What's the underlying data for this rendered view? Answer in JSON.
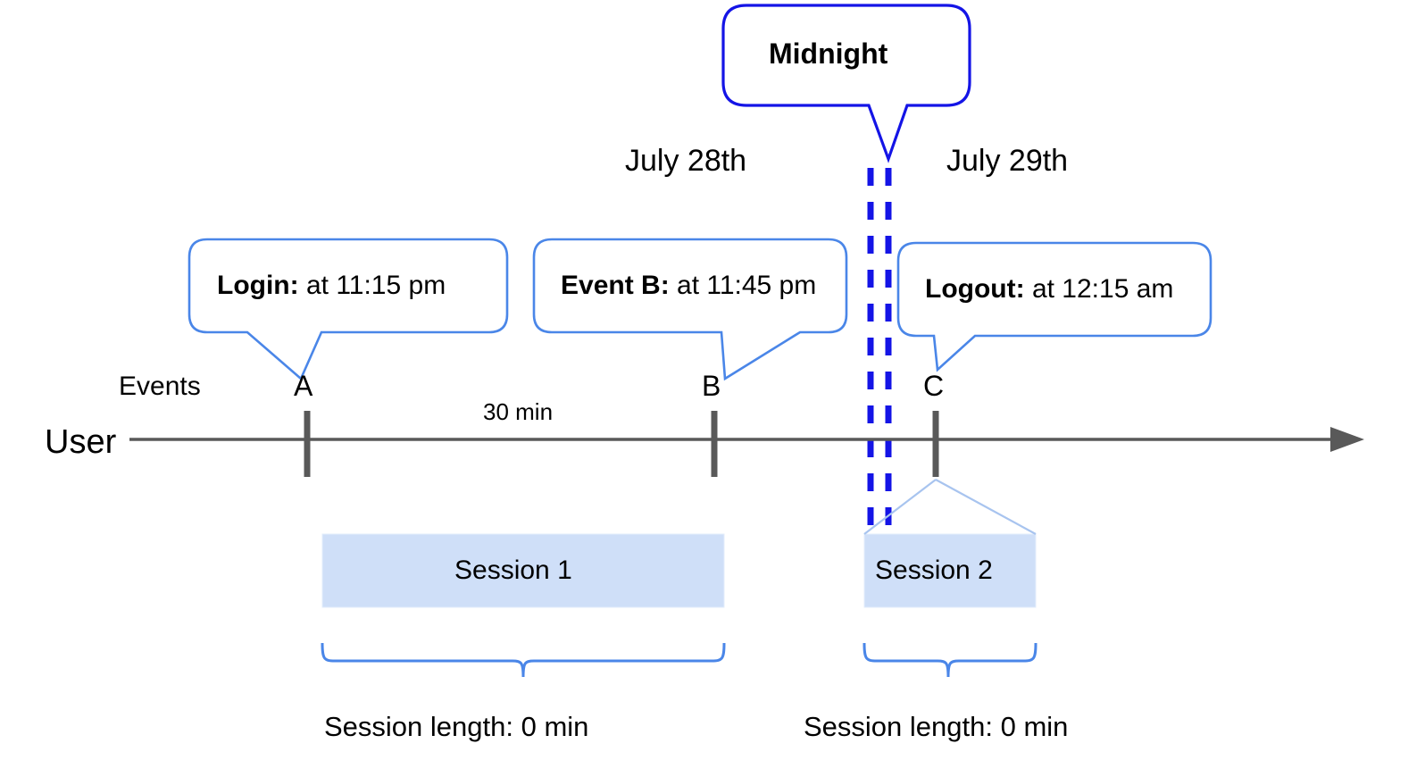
{
  "diagram": {
    "title_callout": {
      "label": "Midnight",
      "border_color": "#1414e6"
    },
    "dates": [
      {
        "label": "July 28th"
      },
      {
        "label": "July 29th"
      }
    ],
    "event_callouts": [
      {
        "bold": "Login:",
        "rest": " at 11:15 pm",
        "event": "A"
      },
      {
        "bold": "Event B:",
        "rest": " at 11:45 pm",
        "event": "B"
      },
      {
        "bold": "Logout:",
        "rest": " at 12:15 am",
        "event": "C"
      }
    ],
    "row_labels": {
      "events": "Events",
      "user": "User"
    },
    "event_markers": [
      {
        "letter": "A"
      },
      {
        "letter": "B"
      },
      {
        "letter": "C"
      }
    ],
    "duration_label": "30 min",
    "sessions": [
      {
        "label": "Session 1",
        "length_label": "Session length: 0 min"
      },
      {
        "label": "Session 2",
        "length_label": "Session length: 0 min"
      }
    ],
    "colors": {
      "callout_border": "#4a86e8",
      "midnight_line": "#1414e6",
      "session_fill": "#cfdff8",
      "session_edge": "#a8c4ef",
      "axis": "#595959",
      "brace": "#4a86e8"
    }
  }
}
